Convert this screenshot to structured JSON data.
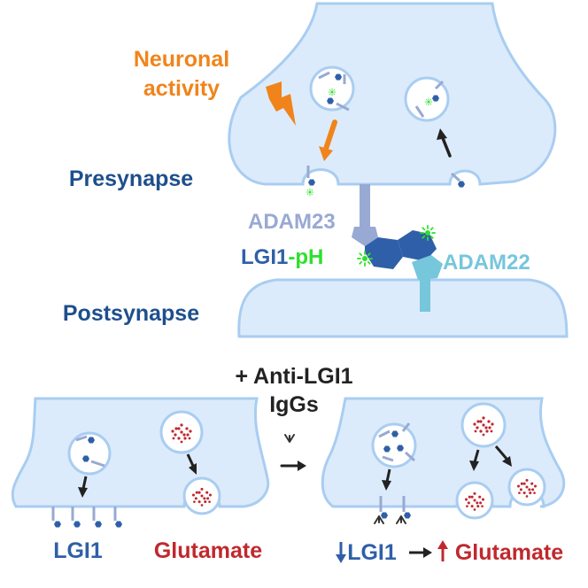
{
  "labels": {
    "neuronal_activity_line1": "Neuronal",
    "neuronal_activity_line2": "activity",
    "presynapse": "Presynapse",
    "postsynapse": "Postsynapse",
    "adam23": "ADAM23",
    "lgi1_prefix": "LGI1",
    "lgi1_suffix": "-pH",
    "adam22": "ADAM22",
    "treatment_line1": "+ Anti-LGI1",
    "treatment_line2": "IgGs",
    "lgi1_bottom_left": "LGI1",
    "glutamate_bottom_left": "Glutamate",
    "lgi1_bottom_right": "LGI1",
    "glutamate_bottom_right": "Glutamate"
  },
  "colors": {
    "cell_fill": "#dcebfb",
    "cell_stroke": "#a9cdf1",
    "orange": "#f0841b",
    "dark_blue": "#1e4f8c",
    "lgi1_blue": "#2f5fa8",
    "adam23": "#98a9d3",
    "adam22": "#76c6dc",
    "green": "#2ee02e",
    "red": "#c0282d",
    "black": "#222222"
  }
}
